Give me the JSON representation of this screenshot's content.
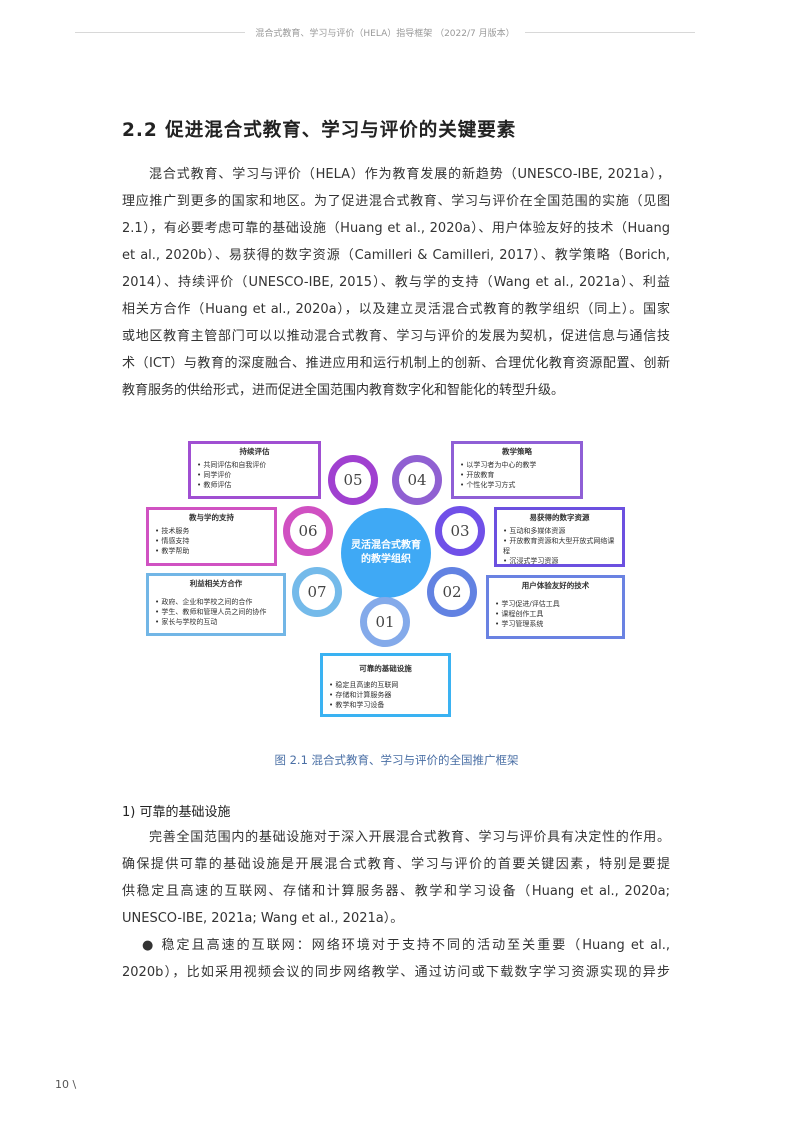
{
  "header": {
    "title": "混合式教育、学习与评价（HELA）指导框架 （2022/7 月版本）"
  },
  "section_title": "2.2 促进混合式教育、学习与评价的关键要素",
  "intro_lines": [
    "混合式教育、学习与评价（HELA）作为教育发展的新趋势（UNESCO-IBE, 2021a），",
    "理应推广到更多的国家和地区。为了促进混合式教育、学习与评价在全国范围的实施（见图",
    "2.1），有必要考虑可靠的基础设施（Huang et al., 2020a）、用户体验友好的技术（Huang",
    "et al., 2020b）、易获得的数字资源（Camilleri & Camilleri, 2017）、教学策略（Borich,",
    "2014）、持续评价（UNESCO-IBE, 2015）、教与学的支持（Wang et al., 2021a）、利益",
    "相关方合作（Huang et al., 2020a），以及建立灵活混合式教育的教学组织（同上）。国家",
    "或地区教育主管部门可以以推动混合式教育、学习与评价的发展为契机，促进信息与通信技",
    "术（ICT）与教育的深度融合、推进应用和运行机制上的创新、合理优化教育资源配置、创新",
    "教育服务的供给形式，进而促进全国范围内教育数字化和智能化的转型升级。"
  ],
  "figure": {
    "center": "灵活混合式教育的教学组织",
    "numbers": [
      "01",
      "02",
      "03",
      "04",
      "05",
      "06",
      "07"
    ],
    "boxes": {
      "b05": {
        "title": "持续评估",
        "items": [
          "共同评估和自我评价",
          "同学评价",
          "教师评估"
        ]
      },
      "b04": {
        "title": "教学策略",
        "items": [
          "以学习者为中心的教学",
          "开放教育",
          "个性化学习方式"
        ]
      },
      "b06": {
        "title": "教与学的支持",
        "items": [
          "技术服务",
          "情感支持",
          "教学帮助"
        ]
      },
      "b03": {
        "title": "易获得的数字资源",
        "items": [
          "互动和多媒体资源",
          "开放教育资源和大型开放式网络课程",
          "沉浸式学习资源"
        ]
      },
      "b07": {
        "title": "利益相关方合作",
        "items": [
          "政府、企业和学校之间的合作",
          "学生、教师和管理人员之间的协作",
          "家长与学校的互动"
        ]
      },
      "b02": {
        "title": "用户体验友好的技术",
        "items": [
          "学习促进/评估工具",
          "课程创作工具",
          "学习管理系统"
        ]
      },
      "b01": {
        "title": "可靠的基础设施",
        "items": [
          "稳定且高速的互联网",
          "存储和计算服务器",
          "教学和学习设备"
        ]
      }
    },
    "caption": "图 2.1 混合式教育、学习与评价的全国推广框架"
  },
  "subsection": "1)   可靠的基础设施",
  "infra_lines": [
    "完善全国范围内的基础设施对于深入开展混合式教育、学习与评价具有决定性的作用。",
    "确保提供可靠的基础设施是开展混合式教育、学习与评价的首要关键因素，特别是要提",
    "供稳定且高速的互联网、存储和计算服务器、教学和学习设备（Huang et al., 2020a;",
    "UNESCO-IBE, 2021a; Wang et al., 2021a）。"
  ],
  "bullet_lines": [
    "●  稳定且高速的互联网：网络环境对于支持不同的活动至关重要（Huang et al.,",
    "2020b），比如采用视频会议的同步网络教学、通过访问或下载数字学习资源实现的异步"
  ],
  "footer": {
    "page": "10 \\"
  }
}
